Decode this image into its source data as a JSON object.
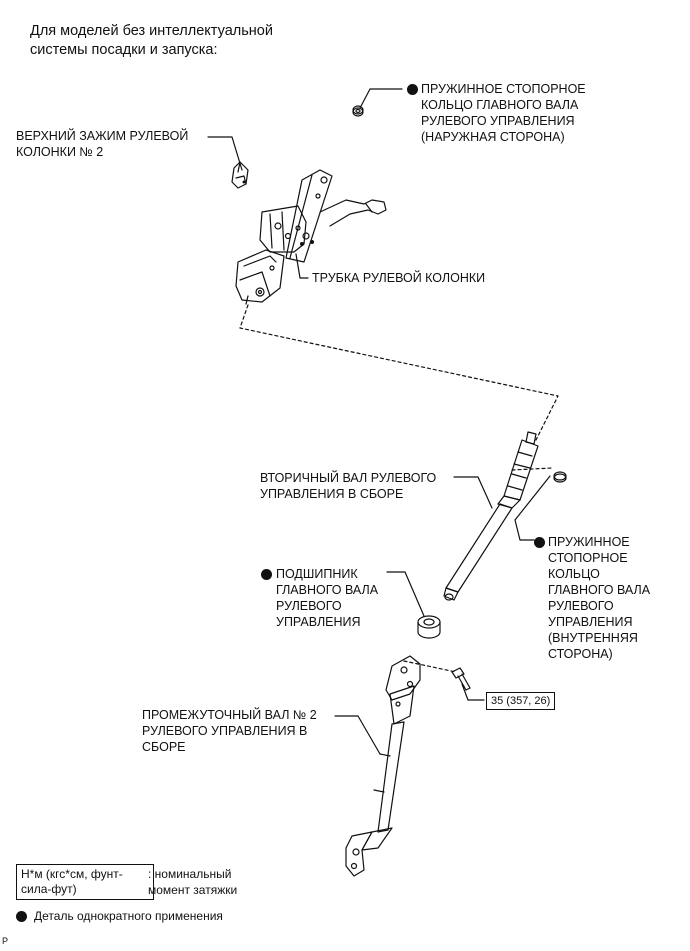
{
  "header": {
    "title": "Для моделей без интеллектуальной\nсистемы посадки и запуска:"
  },
  "labels": {
    "upper_clamp": "ВЕРХНИЙ ЗАЖИМ РУЛЕВОЙ\nКОЛОНКИ № 2",
    "snap_ring_outer": "ПРУЖИННОЕ СТОПОРНОЕ\nКОЛЬЦО ГЛАВНОГО ВАЛА\nРУЛЕВОГО УПРАВЛЕНИЯ\n(НАРУЖНАЯ СТОРОНА)",
    "column_tube": "ТРУБКА РУЛЕВОЙ КОЛОНКИ",
    "secondary_shaft": "ВТОРИЧНЫЙ ВАЛ РУЛЕВОГО\nУПРАВЛЕНИЯ В СБОРЕ",
    "snap_ring_inner": "ПРУЖИННОЕ\nСТОПОРНОЕ\nКОЛЬЦО\nГЛАВНОГО ВАЛА\nРУЛЕВОГО\nУПРАВЛЕНИЯ\n(ВНУТРЕННЯЯ\nСТОРОНА)",
    "bearing": "ПОДШИПНИК\nГЛАВНОГО ВАЛА\nРУЛЕВОГО\nУПРАВЛЕНИЯ",
    "intermediate_shaft": "ПРОМЕЖУТОЧНЫЙ ВАЛ № 2\nРУЛЕВОГО УПРАВЛЕНИЯ В\nСБОРЕ"
  },
  "torque": {
    "value": "35 (357, 26)"
  },
  "legend": {
    "unit_label": "Н*м (кгс*см, фунт-\nсила-фут)",
    "unit_desc": ": номинальный\nмомент затяжки",
    "single_use": "Деталь однократного применения"
  },
  "footer": {
    "code": "P"
  },
  "icons": {
    "bullet": "filled-circle-icon"
  }
}
